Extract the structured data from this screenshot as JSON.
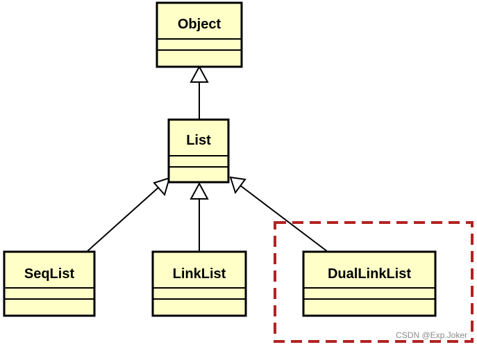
{
  "classes": {
    "object": "Object",
    "list": "List",
    "seq_list": "SeqList",
    "link_list": "LinkList",
    "dual_link_list": "DualLinkList"
  },
  "relationships": [
    {
      "from": "List",
      "to": "Object",
      "kind": "generalization"
    },
    {
      "from": "SeqList",
      "to": "List",
      "kind": "generalization"
    },
    {
      "from": "LinkList",
      "to": "List",
      "kind": "generalization"
    },
    {
      "from": "DualLinkList",
      "to": "List",
      "kind": "generalization"
    }
  ],
  "watermark": "CSDN @Exp.Joker",
  "colors": {
    "class_fill": "#ffffc8",
    "highlight": "#b22222"
  }
}
